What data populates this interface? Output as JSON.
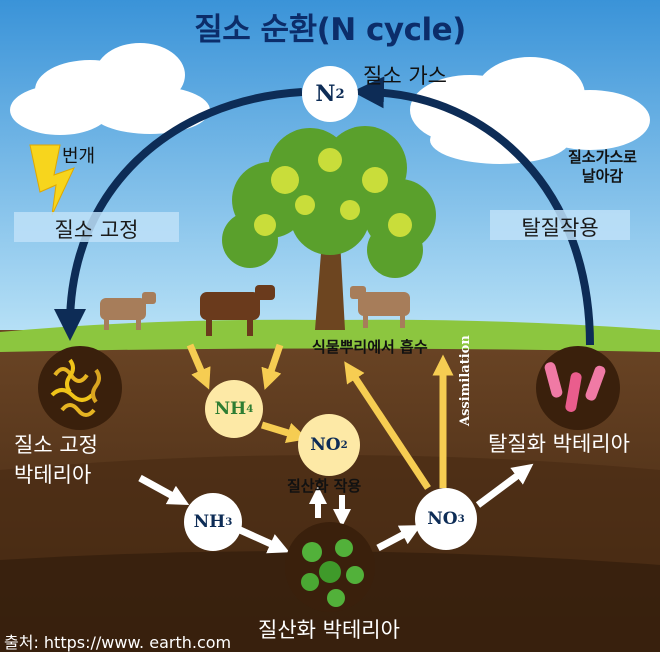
{
  "title": "질소 순환(N cycle)",
  "labels": {
    "n2_gas": "질소 가스",
    "lightning": "번개",
    "fixation": "질소 고정",
    "denitrification": "탈질작용",
    "escape": "질소가스로\n날아감",
    "root_uptake": "식물뿌리에서 흡수",
    "assimilation": "Assimilation",
    "fixing_bacteria": "질소 고정\n박테리아",
    "denitrifying_bacteria": "탈질화 박테리아",
    "nitrification": "질산화 작용",
    "nitrifying_bacteria": "질산화 박테리아",
    "source": "출처: https://www. earth.com"
  },
  "nodes": {
    "n2": {
      "base": "N",
      "sub": "2"
    },
    "nh4": {
      "base": "NH",
      "sub": "4"
    },
    "no2": {
      "base": "NO",
      "sub": "2"
    },
    "nh3": {
      "base": "NH",
      "sub": "3"
    },
    "no3": {
      "base": "NO",
      "sub": "3"
    }
  },
  "colors": {
    "sky": "#3f9fe0",
    "ground": "#5c3a1e",
    "grass": "#8cc63f",
    "cycle_arrow": "#0d2c56",
    "uptake_arrow": "#f6cd52",
    "node_white": "#ffffff",
    "node_yellow": "#fde9a6",
    "nh4_text": "#2e7d32",
    "node_text": "#0d2c56"
  }
}
